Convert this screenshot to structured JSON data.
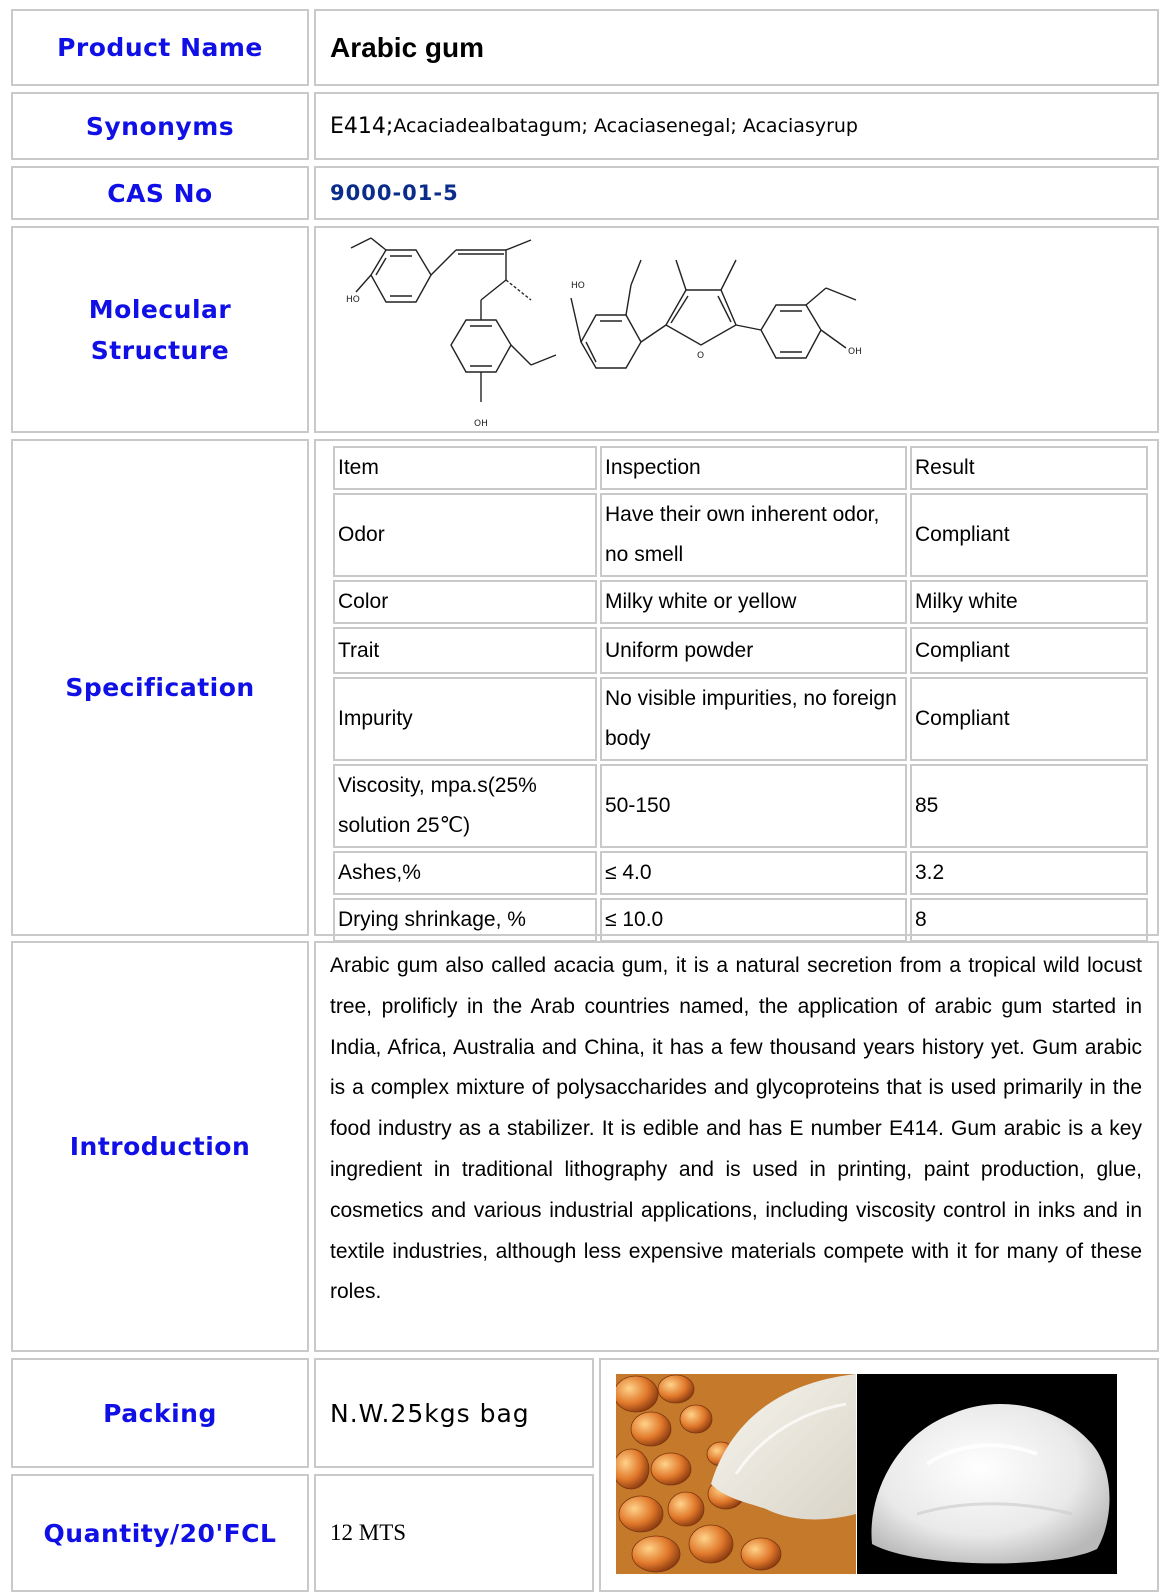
{
  "rows": {
    "product_name": {
      "label": "Product Name",
      "value": "Arabic gum"
    },
    "synonyms": {
      "label": "Synonyms",
      "value_main": "E414;",
      "value_rest": "Acaciadealbatagum; Acaciasenegal; Acaciasyrup"
    },
    "cas": {
      "label": "CAS No",
      "value": "9000-01-5"
    },
    "structure": {
      "label_line1": "Molecular",
      "label_line2": "Structure",
      "atom_labels": [
        "HO",
        "OH",
        "HO",
        "O",
        "OH"
      ]
    },
    "specification": {
      "label": "Specification"
    },
    "introduction": {
      "label": "Introduction",
      "text": "Arabic gum also called acacia gum, it is a natural secretion from a tropical wild locust tree, prolificly in the Arab countries named, the application of arabic gum started in India, Africa, Australia and China, it has a few thousand years history yet. Gum arabic is a complex mixture of polysaccharides and glycoproteins that is used primarily in the food industry as a stabilizer. It is edible and has E number E414. Gum arabic is a key ingredient in traditional lithography and is used in printing, paint production, glue, cosmetics and various industrial applications, including viscosity control in inks and in textile industries, although less expensive materials compete with it for many of these roles."
    },
    "packing": {
      "label": "Packing",
      "value": "N.W.25kgs bag"
    },
    "quantity": {
      "label": "Quantity/20'FCL",
      "value": "12 MTS"
    }
  },
  "spec_table": {
    "headers": [
      "Item",
      "Inspection",
      "Result"
    ],
    "rows": [
      [
        "Odor",
        "Have their own inherent odor, no smell",
        "Compliant"
      ],
      [
        "Color",
        "Milky white or yellow",
        "Milky white"
      ],
      [
        "Trait",
        "Uniform powder",
        "Compliant"
      ],
      [
        "Impurity",
        "No visible impurities, no foreign body",
        "Compliant"
      ],
      [
        "Viscosity, mpa.s(25% solution 25℃)",
        "50-150",
        "85"
      ],
      [
        "Ashes,%",
        "≤  4.0",
        "3.2"
      ],
      [
        "Drying shrinkage, %",
        "≤  10.0",
        "8"
      ]
    ]
  },
  "colors": {
    "label_blue": "#1010e6",
    "cas_blue": "#0a2d8c",
    "border": "#c9c9c9"
  }
}
